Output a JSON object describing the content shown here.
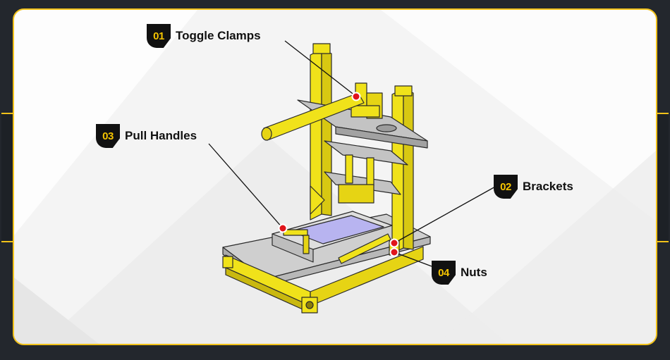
{
  "callouts": [
    {
      "number": "01",
      "label": "Toggle Clamps"
    },
    {
      "number": "02",
      "label": "Brackets"
    },
    {
      "number": "03",
      "label": "Pull Handles"
    },
    {
      "number": "04",
      "label": "Nuts"
    }
  ],
  "colors": {
    "frame_accent": "#f2c21a",
    "machine_yellow": "#f0e21a",
    "marker_red": "#e0141b",
    "plate_grey": "#c9c9c9",
    "glass_blue": "#b8b4f0",
    "page_background": "#23272d",
    "card_background": "#f4f4f4"
  }
}
